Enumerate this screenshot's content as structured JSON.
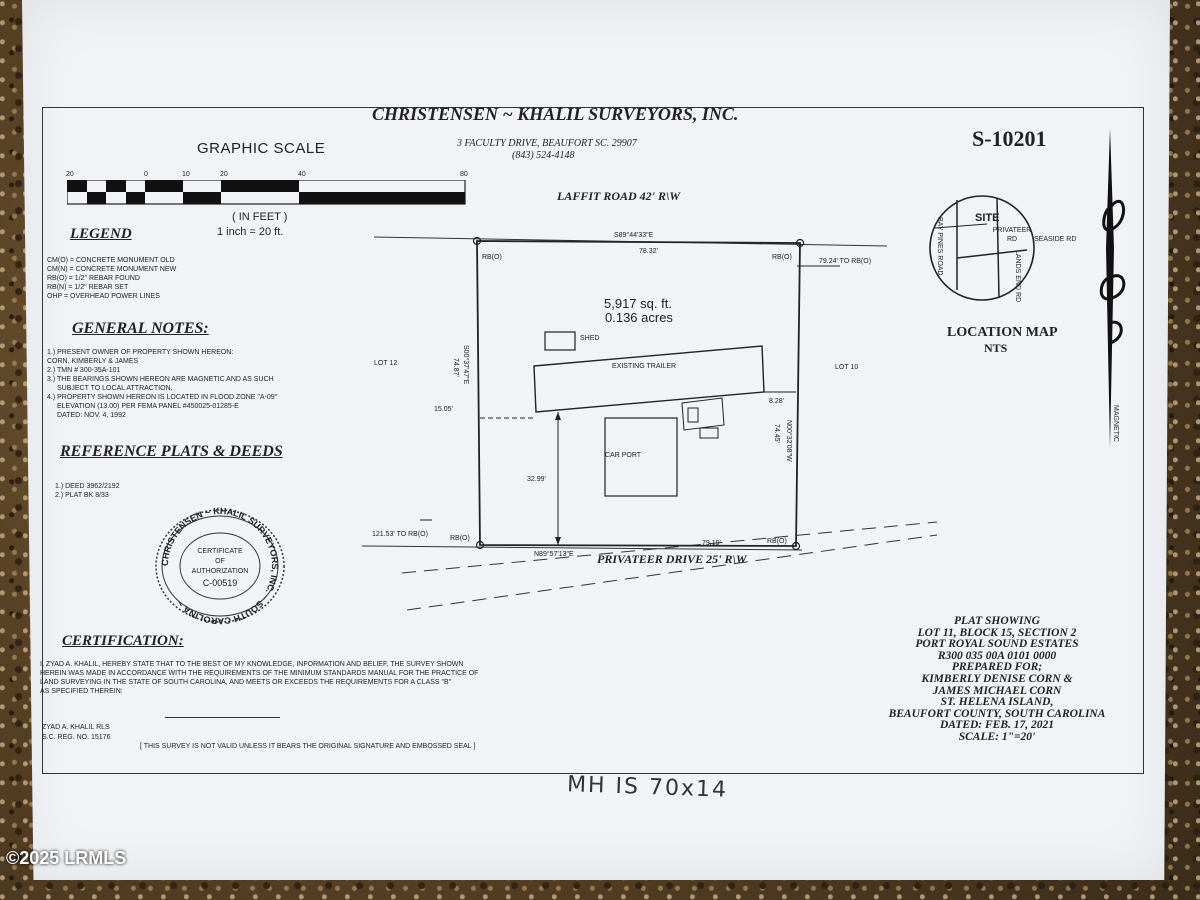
{
  "company": {
    "name": "CHRISTENSEN ~ KHALIL SURVEYORS, INC.",
    "address": "3 FACULTY DRIVE, BEAUFORT SC. 29907",
    "phone": "(843) 524-4148"
  },
  "drawing_number": "S-10201",
  "scale": {
    "title": "GRAPHIC SCALE",
    "ticks": [
      "20",
      "0",
      "10",
      "20",
      "40",
      "80"
    ],
    "units": "( IN FEET )",
    "ratio": "1 inch = 20 ft."
  },
  "legend": {
    "title": "LEGEND",
    "items": [
      "CM(O) = CONCRETE MONUMENT OLD",
      "CM(N) = CONCRETE MONUMENT NEW",
      "RB(O) = 1/2\" REBAR FOUND",
      "RB(N) = 1/2\" REBAR SET",
      "OHP = OVERHEAD POWER LINES"
    ]
  },
  "general_notes": {
    "title": "GENERAL NOTES:",
    "lines": [
      "1.) PRESENT OWNER OF PROPERTY SHOWN HEREON:",
      "CORN, KIMBERLY & JAMES",
      "2.) TMN # 300-35A-101",
      "3.) THE BEARINGS SHOWN HEREON ARE MAGNETIC AND AS SUCH",
      "SUBJECT TO LOCAL ATTRACTION.",
      "4.) PROPERTY SHOWN HEREON IS LOCATED IN FLOOD ZONE \"A-09\"",
      "ELEVATION (13.00)   PER FEMA PANEL #450025-01285-E",
      "DATED:  NOV. 4, 1992"
    ]
  },
  "reference": {
    "title": "REFERENCE PLATS & DEEDS",
    "lines": [
      "1.) DEED 3962/2192",
      "2.) PLAT BK 8/33"
    ]
  },
  "seal": {
    "ring_text": "CHRISTENSEN ~ KHALIL SURVEYORS, INC. ~ SOUTH CAROLINA ~",
    "lines": [
      "CERTIFICATE",
      "OF",
      "AUTHORIZATION",
      "C-00519"
    ]
  },
  "certification": {
    "title": "CERTIFICATION:",
    "lines": [
      "I, ZYAD A. KHALIL, HEREBY STATE THAT TO THE BEST OF MY KNOWLEDGE, INFORMATION AND BELIEF, THE SURVEY SHOWN",
      "HEREIN WAS MADE IN ACCORDANCE WITH THE REQUIREMENTS OF THE MINIMUM STANDARDS MANUAL FOR THE PRACTICE OF",
      "LAND SURVEYING IN THE STATE OF SOUTH CAROLINA, AND MEETS OR EXCEEDS THE REQUIREMENTS FOR A CLASS \"B\"",
      "AS SPECIFIED THEREIN:"
    ],
    "signer": "ZYAD A. KHALIL     RLS",
    "reg": "S.C. REG. NO.  15176",
    "disclaimer": "[ THIS SURVEY IS NOT VALID UNLESS IT BEARS THE ORIGINAL SIGNATURE AND EMBOSSED SEAL ]"
  },
  "plat": {
    "road_top": "LAFFIT ROAD 42' R\\W",
    "road_bottom": "PRIVATEER DRIVE 25' R\\W",
    "bearing_top": "S89°44'33\"E",
    "dist_top": "78.32'",
    "bearing_bottom": "N89°57'13\"E",
    "dist_bottom": "79.19'",
    "bearing_left": "S00°37'47\"E",
    "dist_left": "74.87'",
    "bearing_right": "N00°32'08\"W",
    "dist_right": "74.45'",
    "area_sqft": "5,917 sq. ft.",
    "area_acres": "0.136 acres",
    "corner_label": "RB(O)",
    "to_rb_right": "79.24' TO RB(O)",
    "to_rb_left": "121.53' TO RB(O)",
    "lot_left": "LOT 12",
    "lot_right": "LOT 10",
    "shed": "SHED",
    "trailer": "EXISTING TRAILER",
    "carport": "CAR PORT",
    "offset_left": "15.05'",
    "offset_right": "8.28'",
    "offset_front": "32.99'"
  },
  "location_map": {
    "site": "SITE",
    "roads": [
      "PRIVATEER RD",
      "SEASIDE RD",
      "BAY PINES ROAD",
      "LANDS END RD"
    ],
    "title": "LOCATION MAP",
    "nts": "NTS"
  },
  "north_arrow": {
    "label": "MAGNETIC"
  },
  "title_block": {
    "lines": [
      "PLAT SHOWING",
      "LOT 11, BLOCK 15, SECTION 2",
      "PORT ROYAL SOUND ESTATES",
      "R300 035 00A 0101 0000",
      "PREPARED FOR;",
      "KIMBERLY DENISE CORN &",
      "JAMES MICHAEL CORN",
      "ST. HELENA ISLAND,",
      "BEAUFORT COUNTY, SOUTH CAROLINA",
      "DATED: FEB. 17, 2021",
      "SCALE: 1\"=20'"
    ]
  },
  "handwritten_note": "MH IS 70x14",
  "watermark": "©2025 LRMLS"
}
